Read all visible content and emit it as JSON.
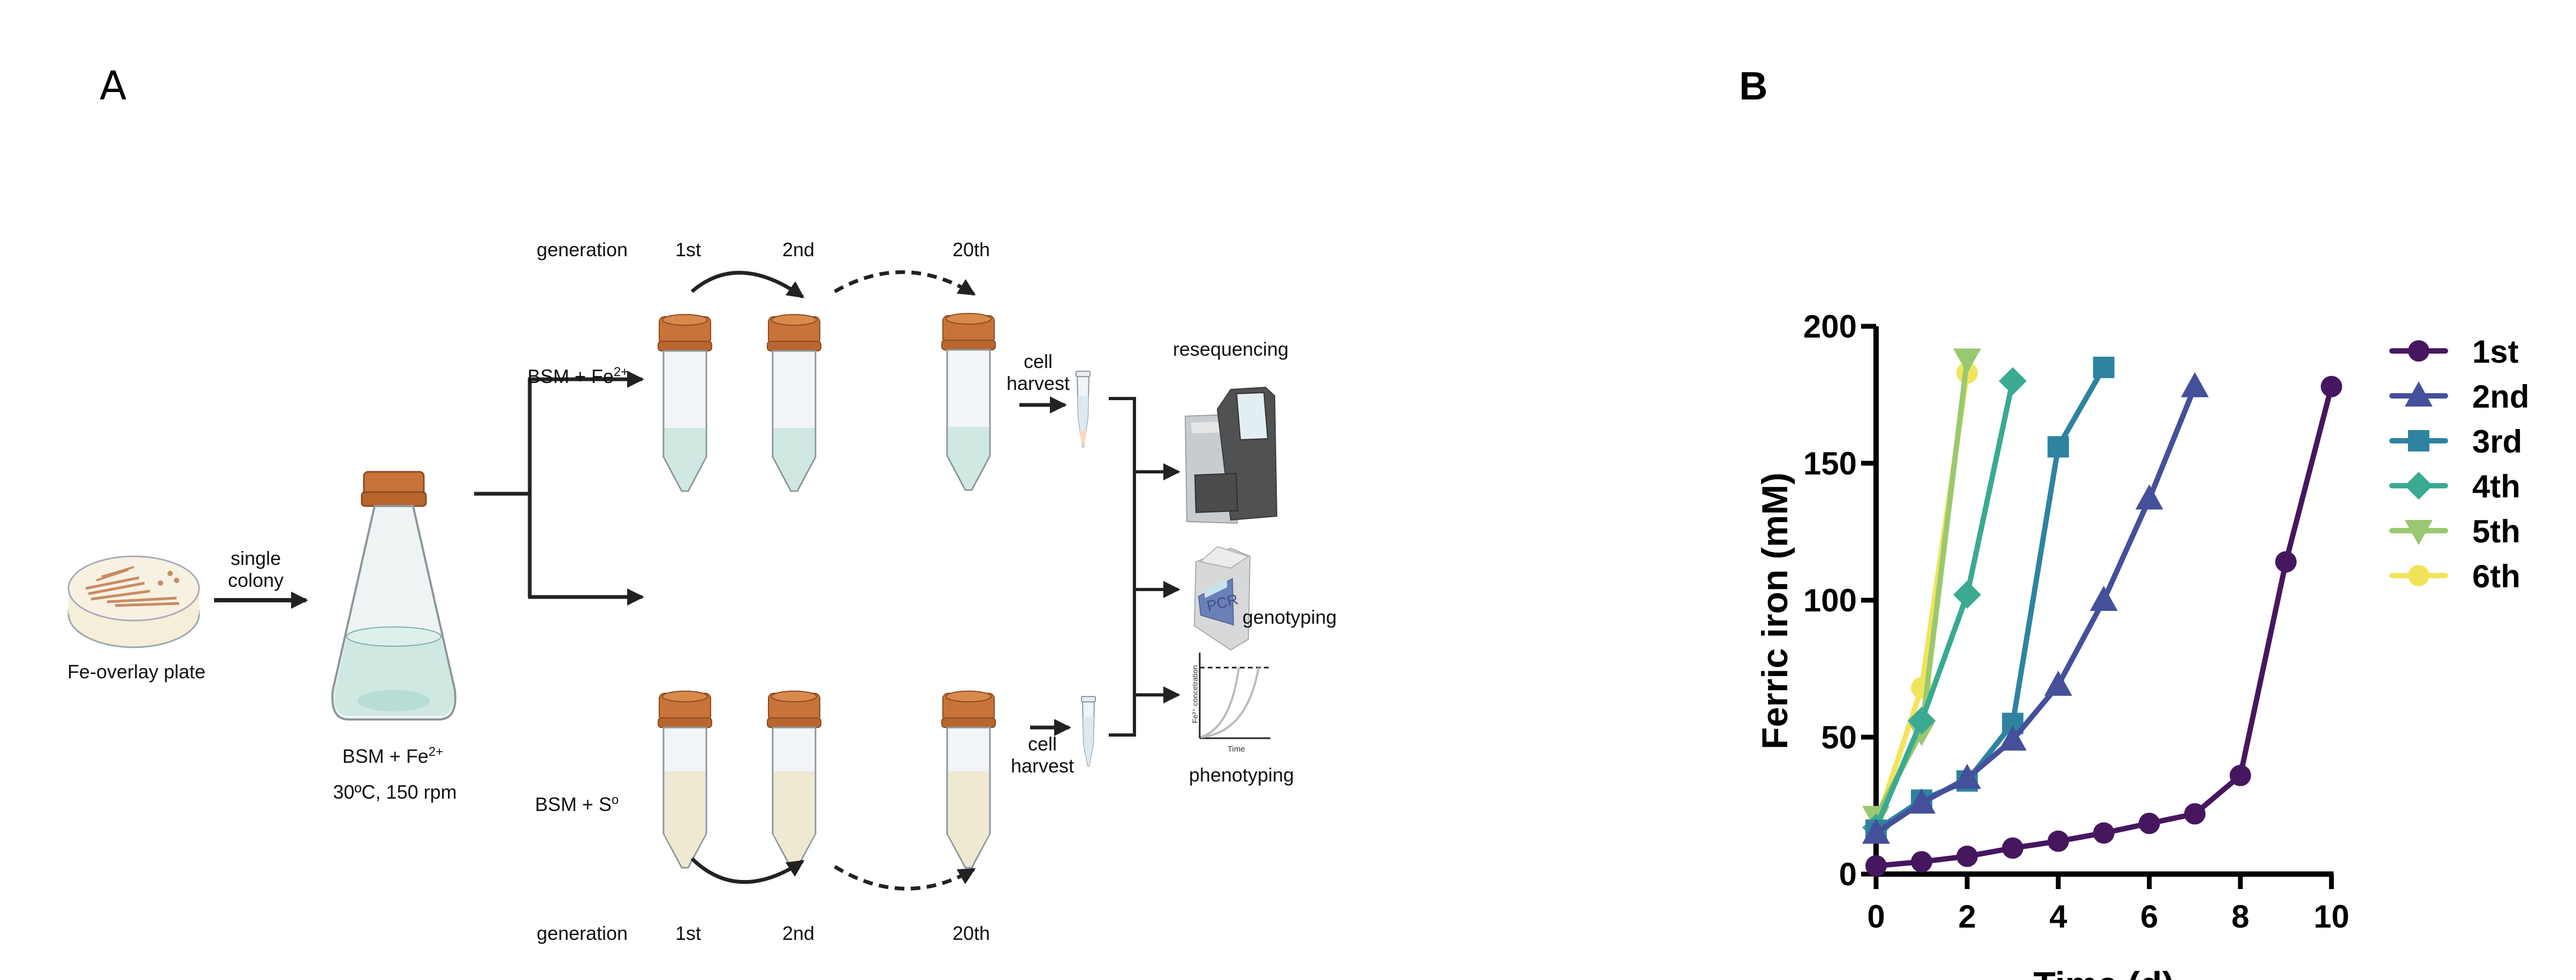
{
  "panels": {
    "a": {
      "label": "A"
    },
    "b": {
      "label": "B"
    }
  },
  "schematic": {
    "plate_label": "Fe-overlay plate",
    "transfer_label_line1": "single",
    "transfer_label_line2": "colony",
    "flask_medium": "BSM + Fe",
    "flask_medium_superscript": "2+",
    "flask_conditions": "30ºC, 150 rpm",
    "branch_top_medium": "BSM + Fe",
    "branch_top_superscript": "2+",
    "branch_bottom_medium": "BSM + S",
    "branch_bottom_superscript": "o",
    "generation_label": "generation",
    "generations": [
      "1st",
      "2nd",
      "20th"
    ],
    "harvest_line1": "cell",
    "harvest_line2": "harvest",
    "analyses": {
      "resequencing": "resequencing",
      "genotyping": "genotyping",
      "pcr_screen_text": "PCR",
      "phenotyping": "phenotyping",
      "mini_chart_ylabel": "Fe³⁺ concetration",
      "mini_chart_xlabel": "Time"
    },
    "colors": {
      "cap": "#c8733a",
      "fe_medium": "#cfe8e2",
      "s_medium": "#efe9d2",
      "arrow": "#222222",
      "pcr_screen": "#6b7fb8"
    }
  },
  "chart_data": {
    "type": "line",
    "title": "",
    "xlabel": "Time (d)",
    "ylabel": "Ferric iron (mM)",
    "xlim": [
      0,
      10
    ],
    "ylim": [
      0,
      200
    ],
    "xticks": [
      0,
      2,
      4,
      6,
      8,
      10
    ],
    "yticks": [
      0,
      50,
      100,
      150,
      200
    ],
    "grid": false,
    "legend_position": "right",
    "series": [
      {
        "name": "1st",
        "marker": "circle",
        "color": "#46175f",
        "x": [
          0,
          1,
          2,
          3,
          4,
          5,
          6,
          7,
          8,
          9,
          10
        ],
        "y": [
          3,
          4.5,
          6.5,
          9.5,
          12,
          15,
          18.5,
          22,
          36,
          114,
          178
        ]
      },
      {
        "name": "2nd",
        "marker": "triangle-up",
        "color": "#44509a",
        "x": [
          0,
          1,
          2,
          3,
          4,
          5,
          6,
          7
        ],
        "y": [
          15,
          26,
          35,
          49,
          69,
          100,
          137,
          178
        ]
      },
      {
        "name": "3rd",
        "marker": "square",
        "color": "#2e83a1",
        "x": [
          0,
          1,
          2,
          3,
          4,
          5
        ],
        "y": [
          16,
          27,
          34,
          55,
          156,
          185
        ]
      },
      {
        "name": "4th",
        "marker": "diamond",
        "color": "#3aaa92",
        "x": [
          0,
          1,
          2,
          3
        ],
        "y": [
          17,
          56,
          102,
          180
        ]
      },
      {
        "name": "5th",
        "marker": "triangle-down",
        "color": "#9ac870",
        "x": [
          0,
          1,
          2
        ],
        "y": [
          21,
          52,
          188
        ]
      },
      {
        "name": "6th",
        "marker": "circle",
        "color": "#f1e45a",
        "x": [
          0,
          1,
          2
        ],
        "y": [
          18,
          68,
          183
        ]
      }
    ]
  }
}
